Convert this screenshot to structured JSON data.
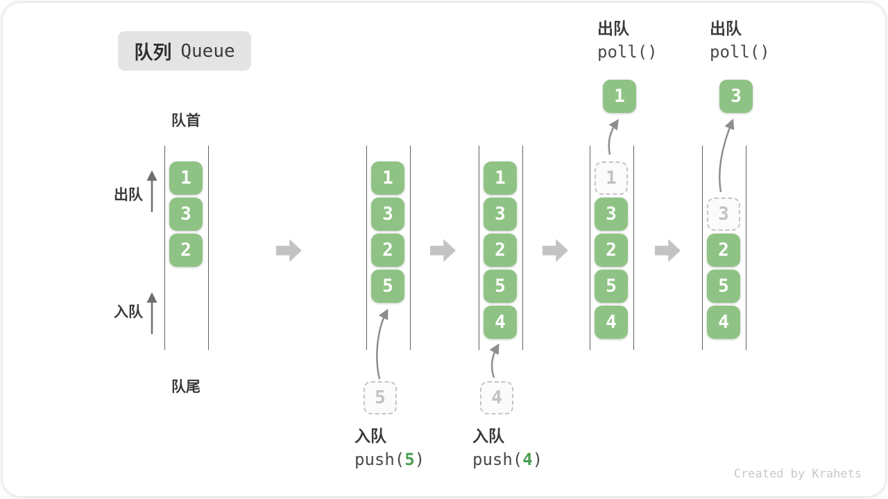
{
  "title": {
    "zh": "队列",
    "en": "Queue"
  },
  "queue_labels": {
    "front": "队首",
    "rear": "队尾"
  },
  "side_ops": {
    "dequeue": "出队",
    "enqueue": "入队"
  },
  "stages": {
    "s1": {
      "boxes": [
        "1",
        "3",
        "2"
      ]
    },
    "s2": {
      "boxes": [
        "1",
        "3",
        "2",
        "5"
      ],
      "incoming": "5",
      "caption": "入队",
      "code_pre": "push(",
      "code_arg": "5",
      "code_post": ")"
    },
    "s3": {
      "boxes": [
        "1",
        "3",
        "2",
        "5",
        "4"
      ],
      "incoming": "4",
      "caption": "入队",
      "code_pre": "push(",
      "code_arg": "4",
      "code_post": ")"
    },
    "s4": {
      "ghost": "1",
      "boxes": [
        "3",
        "2",
        "5",
        "4"
      ],
      "out": "1",
      "caption": "出队",
      "code": "poll()"
    },
    "s5": {
      "ghost": "3",
      "boxes": [
        "2",
        "5",
        "4"
      ],
      "out": "3",
      "caption": "出队",
      "code": "poll()"
    }
  },
  "watermark": "Created by Krahets",
  "colors": {
    "box_green": "#8FC385",
    "code_arg_green": "#4B9D51",
    "ghost_gray": "#C4C4C4",
    "big_arrow_gray": "#C3C3C3",
    "badge_bg": "#E4E4E4",
    "text_dark": "#3A3A3A"
  }
}
